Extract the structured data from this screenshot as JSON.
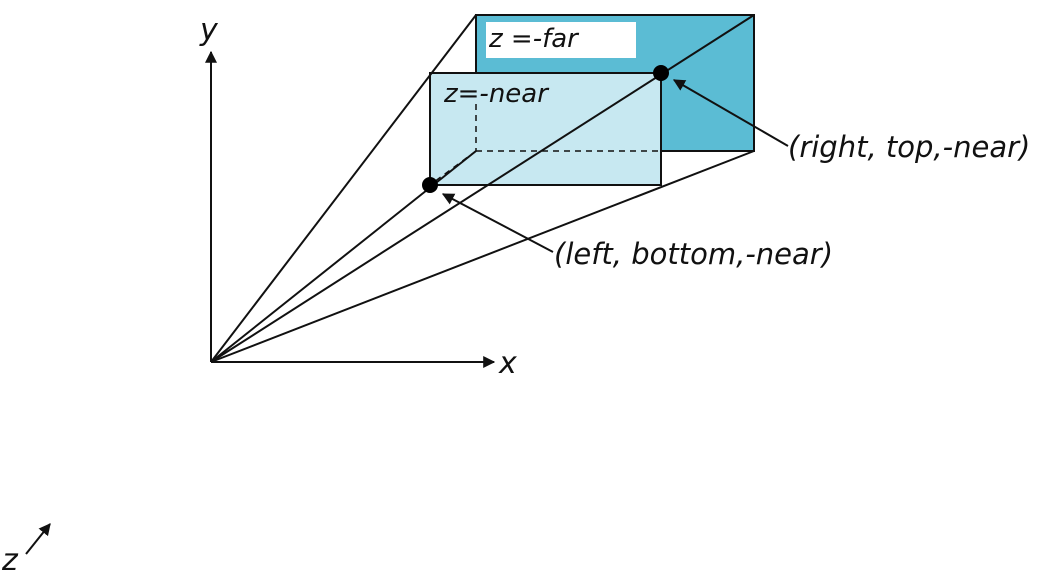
{
  "axes": {
    "y_label": "y",
    "x_label": "x",
    "z_label": "z"
  },
  "planes": {
    "far_label": "z =-far",
    "near_label": "z=-near"
  },
  "points": {
    "top_right_label": "(right, top,-near)",
    "bottom_left_label": "(left, bottom,-near)"
  },
  "colors": {
    "far_plane": "#5bbcd4",
    "near_plane": "#c7e8f1",
    "line": "#111111"
  }
}
